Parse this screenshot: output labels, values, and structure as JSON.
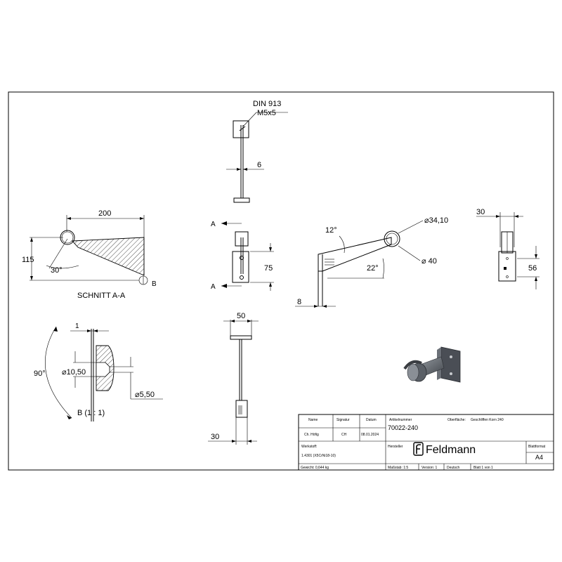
{
  "view_top": {
    "callout": "DIN 913",
    "callout2": "M5x5",
    "dim_6": "6"
  },
  "section_view": {
    "dim_200": "200",
    "dim_115": "115",
    "angle_30": "30°",
    "label_B": "B",
    "caption": "SCHNITT A-A"
  },
  "front_view": {
    "label_A_top": "A",
    "label_A_bottom": "A",
    "dim_75": "75"
  },
  "side_view": {
    "angle_12": "12°",
    "angle_22": "22°",
    "dia_3410": "⌀34,10",
    "dia_40": "⌀ 40",
    "dim_8": "8"
  },
  "right_view": {
    "dim_30": "30",
    "dim_56": "56"
  },
  "detail_view": {
    "dim_1": "1",
    "angle_90": "90°",
    "dia_1050": "⌀10,50",
    "dia_550": "⌀5,50",
    "caption": "B (1 : 1)"
  },
  "bottom_view": {
    "dim_50": "50",
    "dim_30": "30"
  },
  "title_block": {
    "hdr_name": "Name",
    "hdr_signatur": "Signatur",
    "hdr_datum": "Datum",
    "hdr_artikelnummer": "Artikelnummer",
    "oberflaeche_label": "Oberfläche:",
    "oberflaeche_value": "Geschliffen Korn 240",
    "row_role": "Ch. Höfig",
    "row_sign": "CH",
    "row_date": "08.01.2024",
    "article_number": "70022-240",
    "werkstoff_label": "Werkstoff:",
    "werkstoff_value": "1.4301 (X5CrNi18-10)",
    "hersteller_label": "Hersteller",
    "brand": "Feldmann",
    "blattformat_label": "Blattformat",
    "blattformat_value": "A4",
    "gewicht": "Gewicht: 0,644 kg",
    "massstab": "Maßstab: 1:5",
    "version": "Version: 1",
    "sprache": "Deutsch",
    "blatt": "Blatt 1 von 1"
  },
  "colors": {
    "line": "#000000",
    "iso_dark": "#4a4e55",
    "iso_light": "#8a8f96"
  }
}
